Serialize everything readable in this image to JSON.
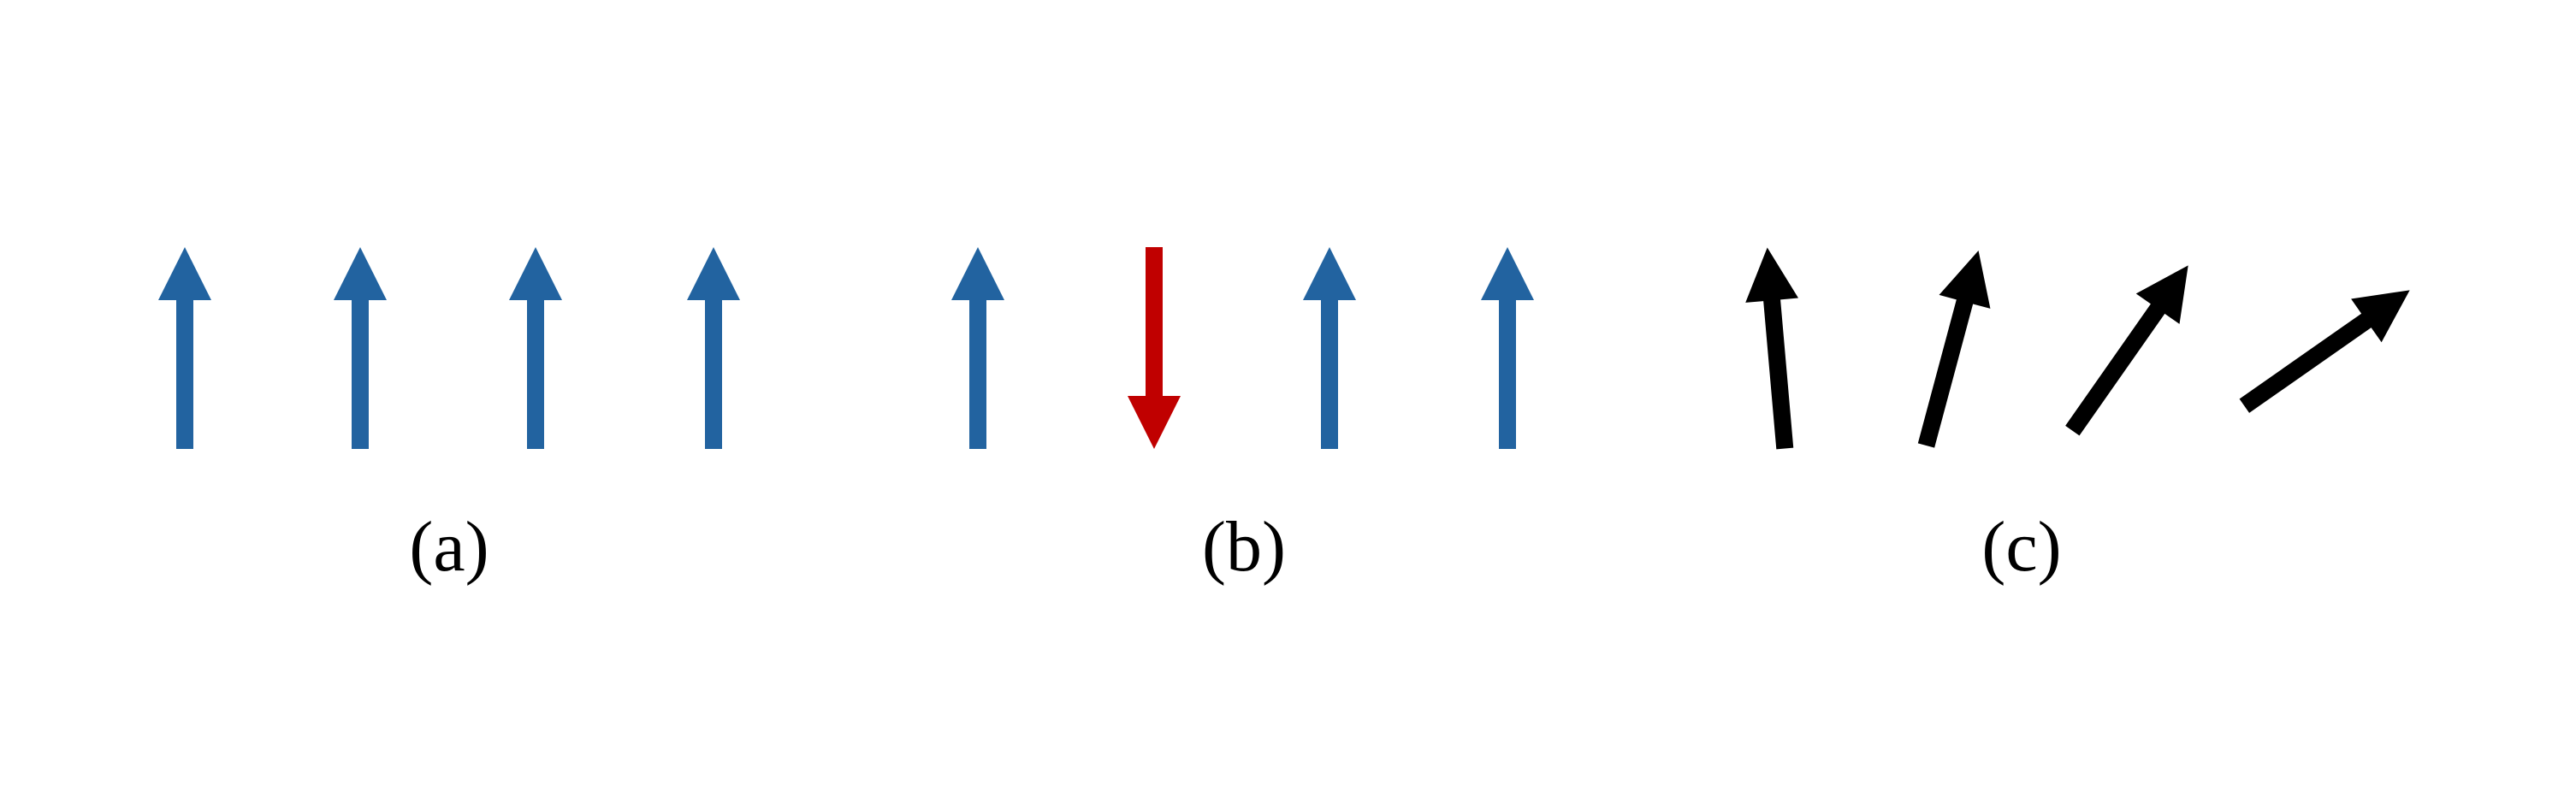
{
  "panels": [
    {
      "label": "(a)",
      "arrows": [
        {
          "direction": "up",
          "angle_deg": 0,
          "color": "#2263A0"
        },
        {
          "direction": "up",
          "angle_deg": 0,
          "color": "#2263A0"
        },
        {
          "direction": "up",
          "angle_deg": 0,
          "color": "#2263A0"
        },
        {
          "direction": "up",
          "angle_deg": 0,
          "color": "#2263A0"
        }
      ]
    },
    {
      "label": "(b)",
      "arrows": [
        {
          "direction": "up",
          "angle_deg": 0,
          "color": "#2263A0"
        },
        {
          "direction": "down",
          "angle_deg": 180,
          "color": "#C00000"
        },
        {
          "direction": "up",
          "angle_deg": 0,
          "color": "#2263A0"
        },
        {
          "direction": "up",
          "angle_deg": 0,
          "color": "#2263A0"
        }
      ]
    },
    {
      "label": "(c)",
      "arrows": [
        {
          "direction": "tilted",
          "angle_deg": -5,
          "color": "#000000"
        },
        {
          "direction": "tilted",
          "angle_deg": 15,
          "color": "#000000"
        },
        {
          "direction": "tilted",
          "angle_deg": 35,
          "color": "#000000"
        },
        {
          "direction": "tilted",
          "angle_deg": 55,
          "color": "#000000"
        }
      ]
    }
  ]
}
